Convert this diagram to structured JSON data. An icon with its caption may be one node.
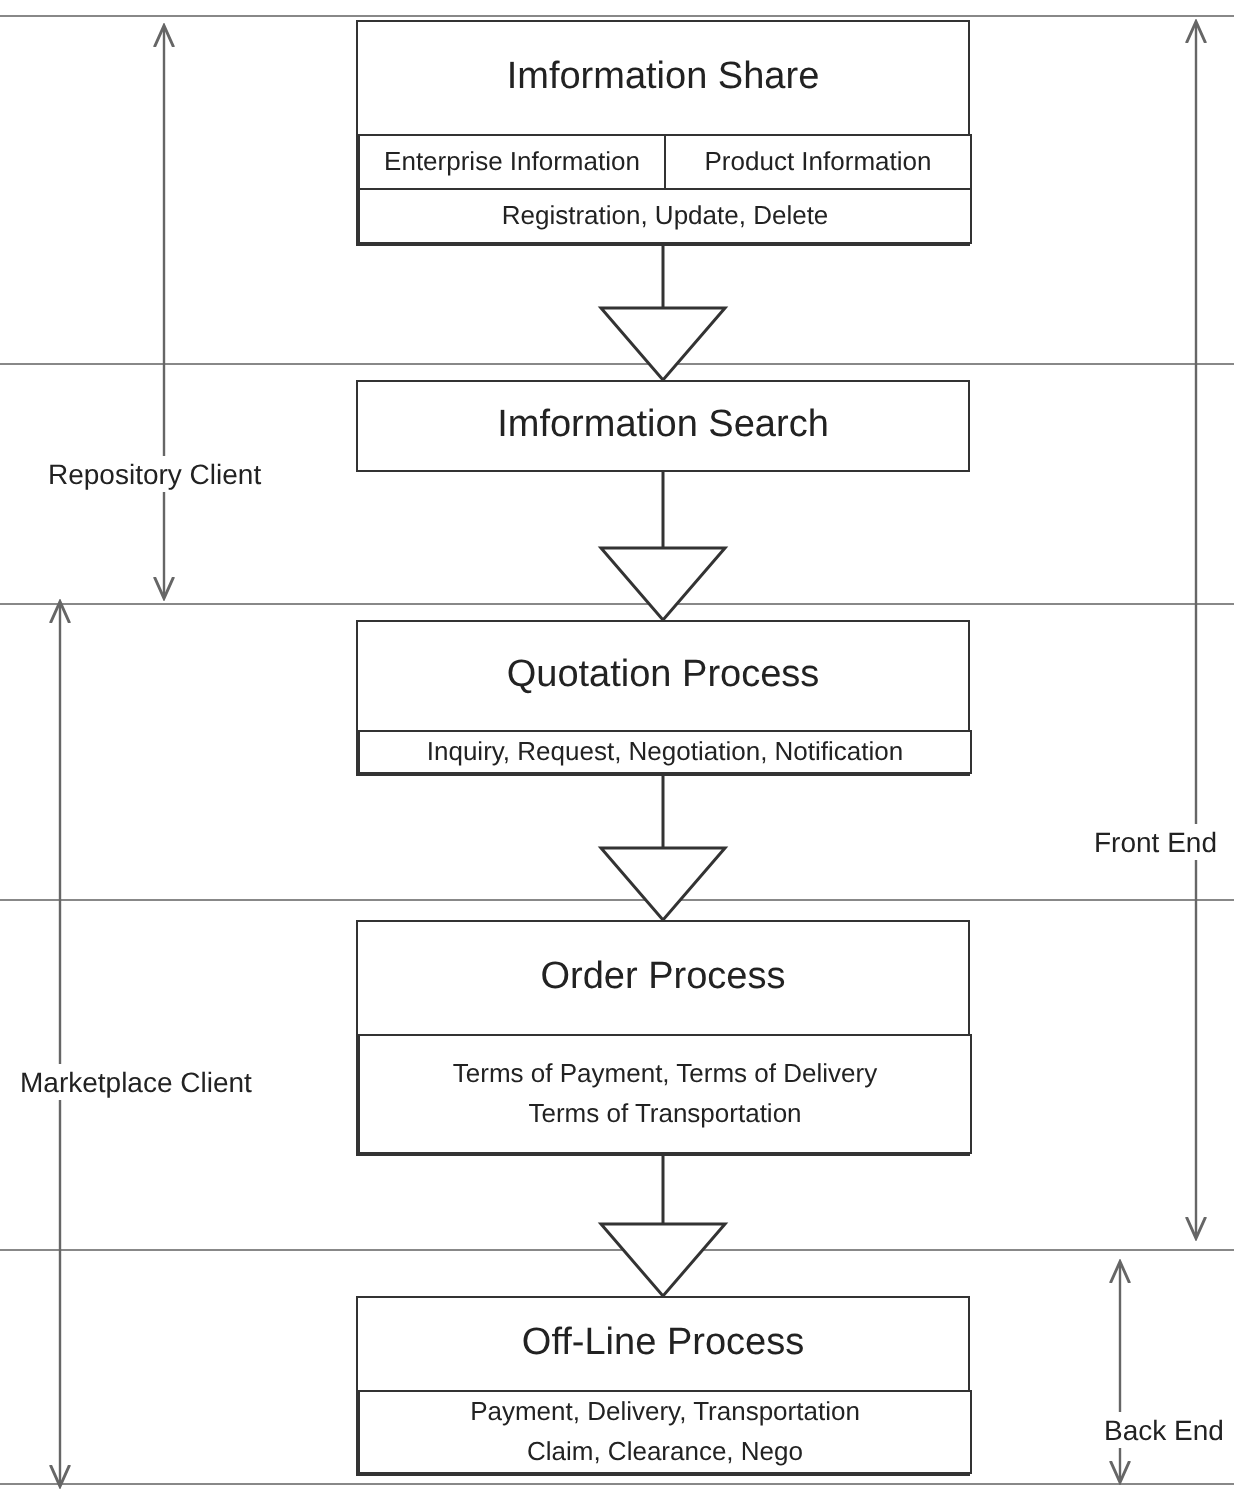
{
  "diagram": {
    "nodes": [
      {
        "text": [
          "Imformation Share"
        ]
      },
      {
        "text": [
          "Enterprise Information"
        ],
        "in": 0
      },
      {
        "text": [
          "Product Information"
        ],
        "in": 0
      },
      {
        "text": [
          "Registration, Update, Delete"
        ],
        "in": 0
      },
      {
        "text": [
          "Imformation Search"
        ]
      },
      {
        "text": [
          "Quotation Process"
        ]
      },
      {
        "text": [
          "Inquiry, Request, Negotiation, Notification"
        ],
        "in": 5
      },
      {
        "text": [
          "Order Process"
        ]
      },
      {
        "text": [
          "Terms of Payment, Terms of Delivery Terms of Transportation"
        ],
        "in": 7
      },
      {
        "text": [
          "Off-Line Process"
        ]
      },
      {
        "text": [
          "Payment, Delivery, Transportation Claim, Clearance, Nego"
        ],
        "in": 9
      }
    ],
    "edges": [
      {
        "from": 0,
        "to": 4,
        "arrow": "to"
      },
      {
        "from": 4,
        "to": 5,
        "arrow": "to"
      },
      {
        "from": 5,
        "to": 7,
        "arrow": "to"
      },
      {
        "from": 7,
        "to": 9,
        "arrow": "to"
      }
    ],
    "labels": [
      "Repository Client",
      "Front End",
      "Marketplace Client",
      "Back End"
    ]
  }
}
